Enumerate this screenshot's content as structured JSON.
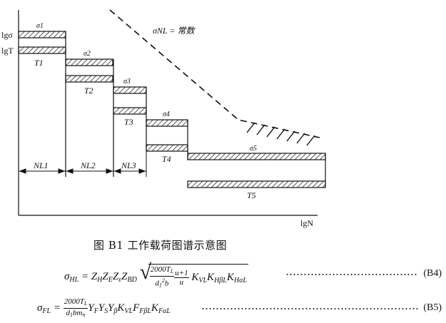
{
  "figure": {
    "labels": {
      "lg_sigma": "lgσ",
      "lg_t": "lgT",
      "lg_n": "lgN",
      "curve": "σNL = 常数",
      "sigma_1": "σ1",
      "sigma_2": "σ2",
      "sigma_3": "σ3",
      "sigma_4": "σ4",
      "sigma_5": "σ5",
      "t_1": "T1",
      "t_2": "T2",
      "t_3": "T3",
      "t_4": "T4",
      "t_5": "T5",
      "n_l1": "NL1",
      "n_l2": "NL2",
      "n_l3": "NL3"
    }
  },
  "caption": "图 B1 工作载荷图谱示意图",
  "equations": {
    "b4": {
      "number": "(B4)"
    },
    "b5": {
      "number": "(B5)"
    }
  }
}
